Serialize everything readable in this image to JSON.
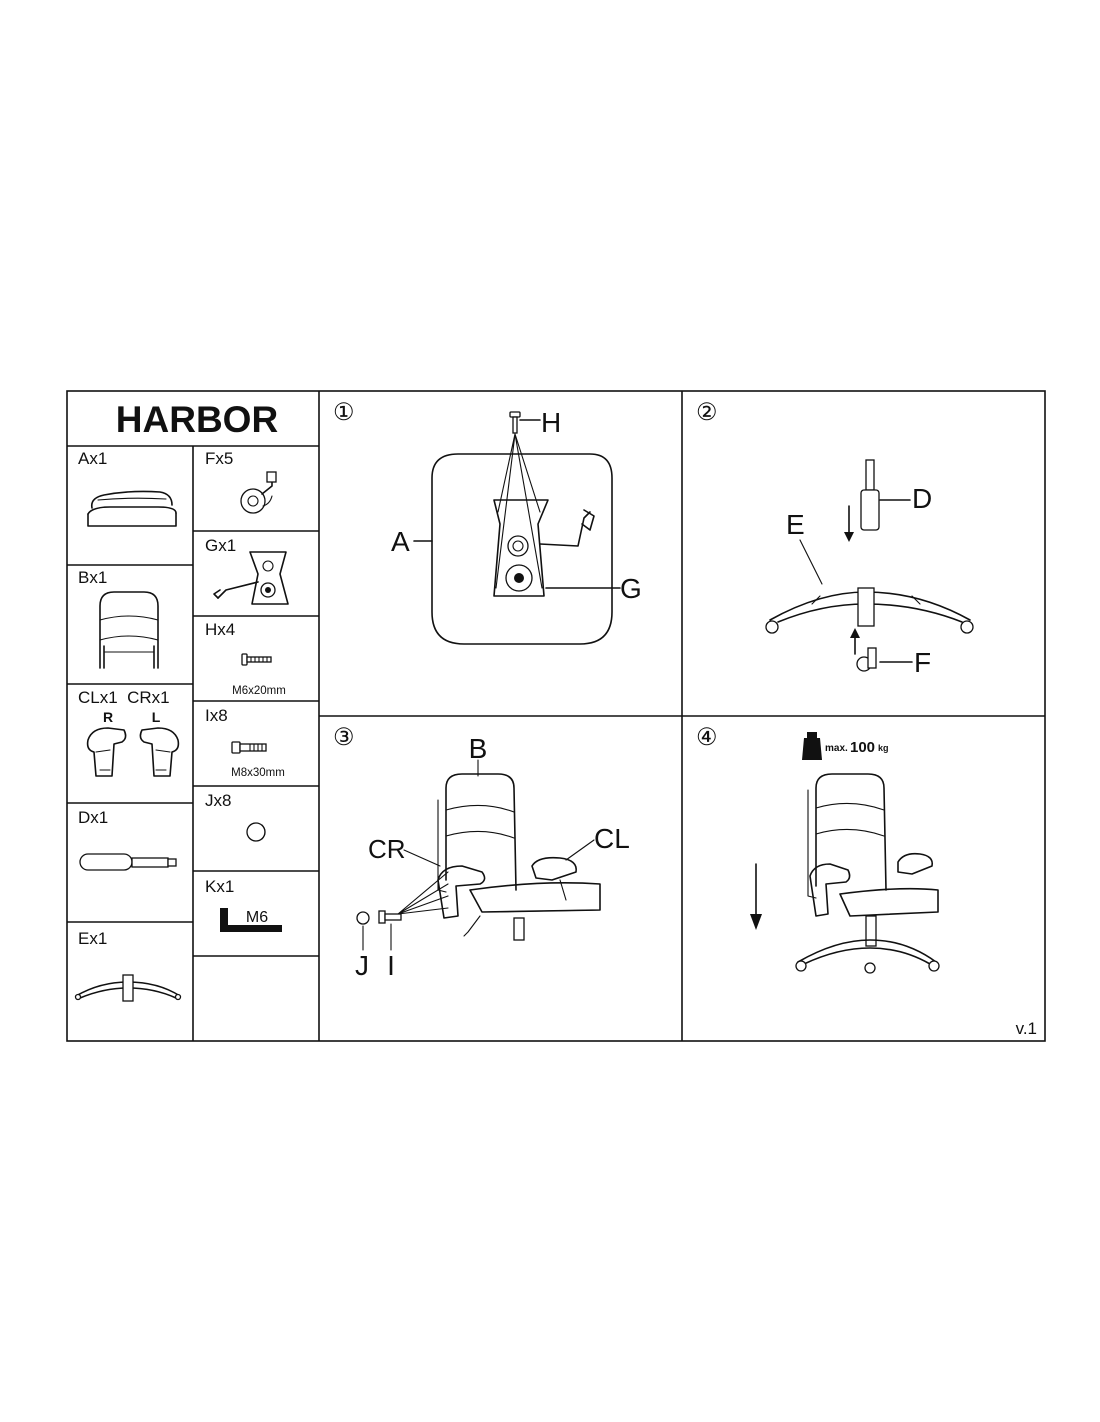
{
  "title": "HARBOR",
  "version": "v.1",
  "parts": {
    "A": "Ax1",
    "B": "Bx1",
    "CL_CR": "CLx1  CRx1",
    "CL_CR_sides": {
      "right": "R",
      "left": "L"
    },
    "D": "Dx1",
    "E": "Ex1",
    "F": "Fx5",
    "G": "Gx1",
    "H": "Hx4",
    "H_size": "M6x20mm",
    "I": "Ix8",
    "I_size": "M8x30mm",
    "J": "Jx8",
    "K": "Kx1",
    "K_size": "M6"
  },
  "steps": [
    {
      "number": "①",
      "callouts": [
        "H",
        "A",
        "G"
      ]
    },
    {
      "number": "②",
      "callouts": [
        "D",
        "E",
        "F"
      ]
    },
    {
      "number": "③",
      "callouts": [
        "B",
        "CR",
        "CL",
        "J",
        "I"
      ]
    },
    {
      "number": "④",
      "callouts": [],
      "load_prefix": "max.",
      "load_value": "100",
      "load_unit": "kg"
    }
  ],
  "icons": [
    "caster-icon",
    "mechanism-plate-icon",
    "screw-icon",
    "bolt-icon",
    "cap-icon",
    "allen-key-icon",
    "gas-cylinder-icon",
    "star-base-icon",
    "weight-icon",
    "arrow-down-icon",
    "arrow-up-icon"
  ]
}
